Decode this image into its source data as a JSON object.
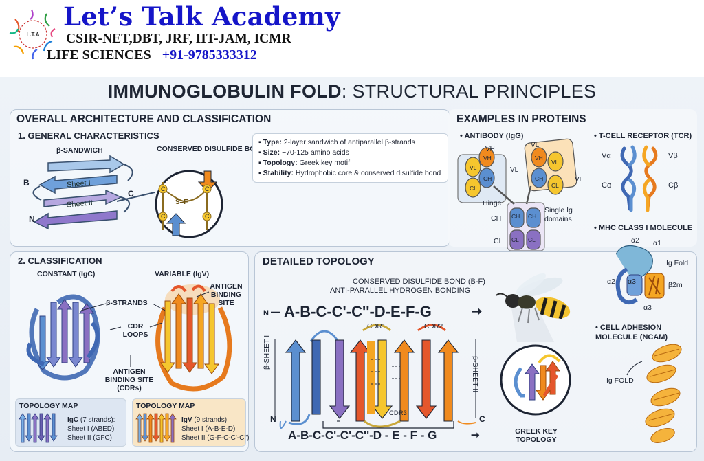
{
  "header": {
    "brand": "Let’s Talk Academy",
    "line1": "CSIR-NET,DBT, JRF, IIT-JAM, ICMR",
    "line2_text": "LIFE SCIENCES",
    "line2_phone": "+91-9785333312",
    "logo_text": "L.T.A"
  },
  "title": {
    "bold": "IMMUNOGLOBULIN FOLD",
    "rest": ": STRUCTURAL PRINCIPLES"
  },
  "architecture": {
    "heading": "OVERALL ARCHITECTURE AND CLASSIFICATION",
    "sub": "1. GENERAL CHARACTERISTICS",
    "sandwich": "β-SANDWICH",
    "sheet1": "Sheet I",
    "sheet2": "Sheet II",
    "b": "B",
    "n": "N",
    "c": "C",
    "disulfide": "CONSERVED DISULFIDE BOND",
    "cys": "C",
    "s_f": "S–F",
    "facts": [
      {
        "k": "Type:",
        "v": " 2-layer sandwich of antiparallel β-strands"
      },
      {
        "k": "Size:",
        "v": " ~70-125 amino acids"
      },
      {
        "k": "Topology:",
        "v": " Greek key motif"
      },
      {
        "k": "Stability:",
        "v": " Hydrophobic core & conserved disulfide bond"
      }
    ]
  },
  "classification": {
    "heading": "2. CLASSIFICATION",
    "constant": "CONSTANT (IgC)",
    "variable": "VARIABLE (IgV)",
    "strands": "β-STRANDS",
    "cdr_loops": "CDR\nLOOPS",
    "antigen_site1": "ANTIGEN\nBINDING\nSITE",
    "antigen_site2": "ANTIGEN\nBINDING SITE\n(CDRs)",
    "map_c": {
      "title": "TOPOLOGY MAP",
      "name": "IgC",
      "desc": " (7 strands):",
      "l1": "Sheet I (ABED)",
      "l2": "Sheet II (GFC)"
    },
    "map_v": {
      "title": "TOPOLOGY MAP",
      "name": "IgV",
      "desc": " (9 strands):",
      "l1": "Sheet I (A-B-E-D)",
      "l2": "Sheet II (G-F-C-C'-C'')"
    }
  },
  "examples": {
    "heading": "EXAMPLES IN PROTEINS",
    "antibody": "• ANTIBODY (IgG)",
    "vh": "VH",
    "vl": "VL",
    "ch": "CH",
    "cl": "CL",
    "hinge": "Hinge",
    "single": "Single Ig\ndomains",
    "tcr": "• T-CELL RECEPTOR (TCR)",
    "va": "Vα",
    "vb": "Vβ",
    "ca": "Cα",
    "cb": "Cβ",
    "mhc": "• MHC CLASS I MOLECULE",
    "a1": "α1",
    "a2": "α2",
    "a2b": "α2",
    "a3": "α3",
    "a3b": "α3",
    "igfold": "Ig Fold",
    "b2m": "β2m",
    "ncam": "• CELL ADHESION\nMOLECULE (NCAM)",
    "ncam_fold": "Ig FOLD"
  },
  "topology": {
    "heading": "DETAILED TOPOLOGY",
    "disulfide": "CONSERVED DISULFIDE BOND (B-F)",
    "hbond": "ANTI-PARALLEL HYDROGEN BONDING",
    "n": "N",
    "c": "C",
    "sequence": "A-B-C-C'-C''-D-E-F-G",
    "cdr1": "CDR1",
    "cdr2": "CDR2",
    "cdr3": "CDR3",
    "sheet1": "β-SHEET I",
    "sheet2": "β-SHEET II",
    "bottom_seq": "A-B-C-C'-C'-C''-D - E - F - G",
    "greek": "GREEK KEY\nTOPOLOGY"
  },
  "colors": {
    "blue": "#5b8fd0",
    "purple": "#8a70c2",
    "orange": "#f08a1e",
    "yellow": "#f5c62e",
    "red": "#e4572c"
  }
}
